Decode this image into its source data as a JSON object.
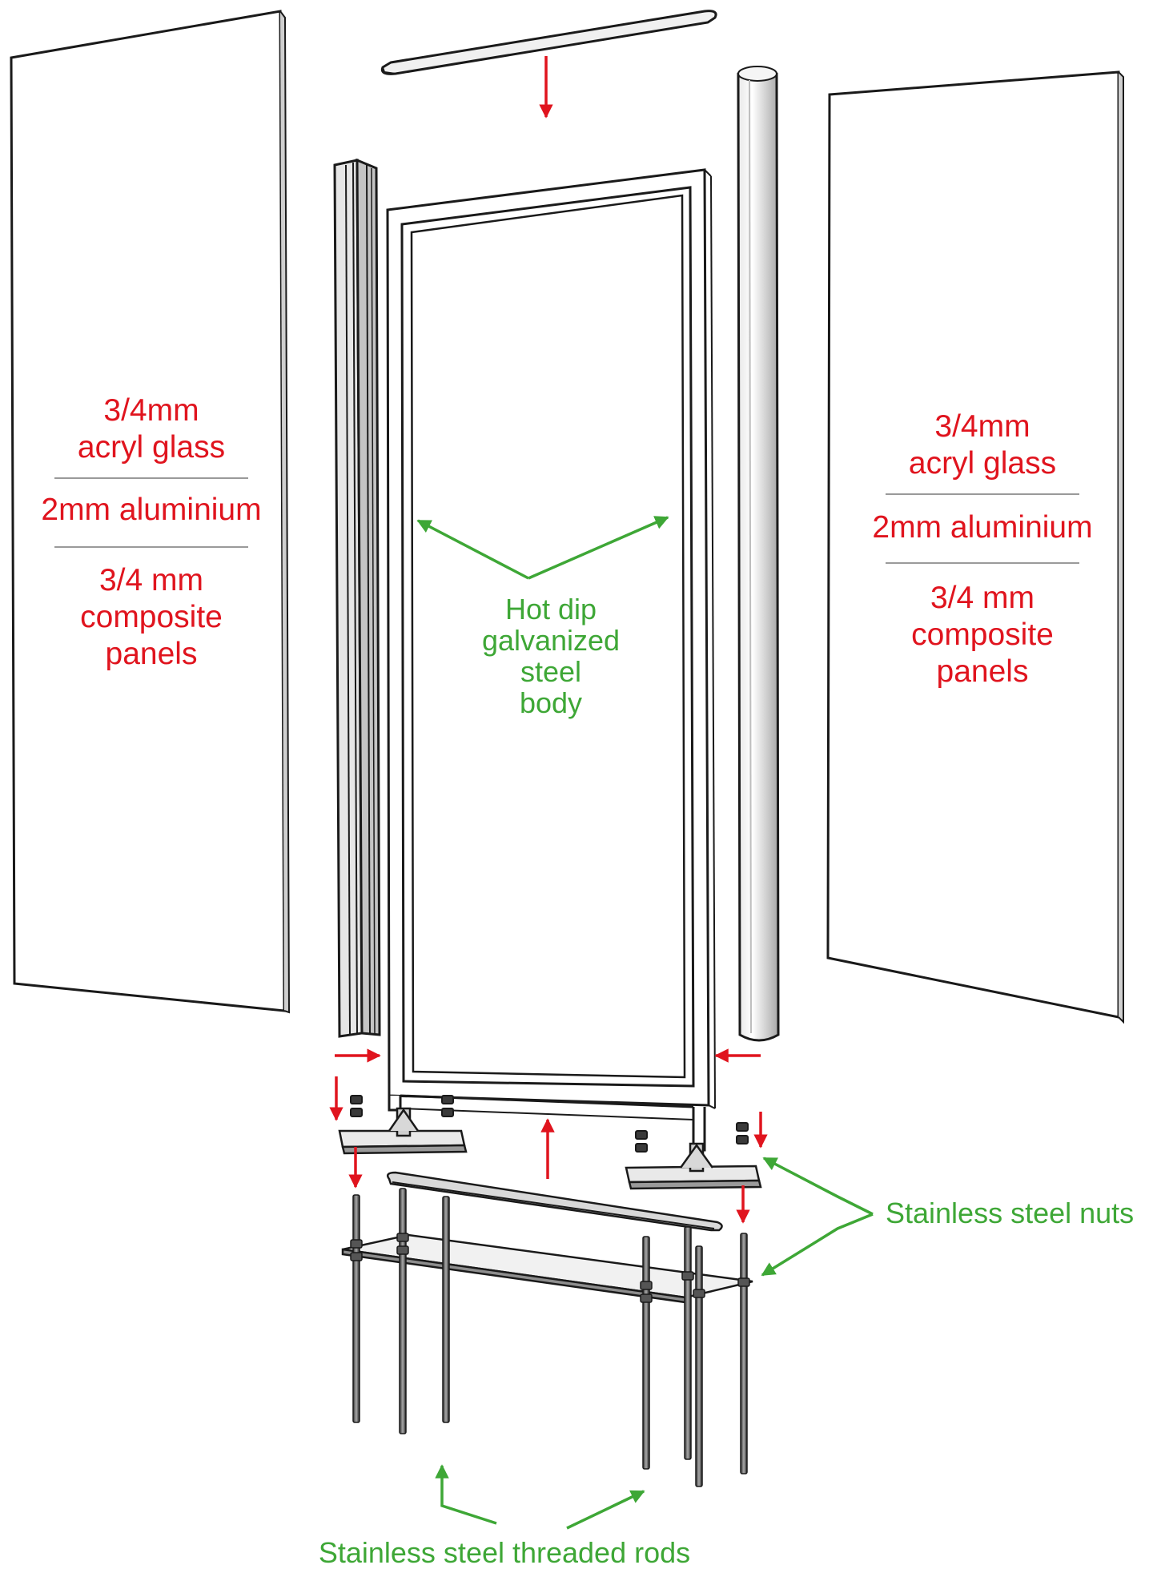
{
  "colors": {
    "material_text": "#e0141e",
    "callout_text": "#3ea736",
    "arrow_red": "#e0141e",
    "arrow_green": "#3ea736",
    "line": "#1a1a1a"
  },
  "left_panel": {
    "material_1_line1": "3/4mm",
    "material_1_line2": "acryl glass",
    "material_2": "2mm aluminium",
    "material_3_line1": "3/4 mm",
    "material_3_line2": "composite",
    "material_3_line3": "panels"
  },
  "right_panel": {
    "material_1_line1": "3/4mm",
    "material_1_line2": "acryl glass",
    "material_2": "2mm aluminium",
    "material_3_line1": "3/4 mm",
    "material_3_line2": "composite",
    "material_3_line3": "panels"
  },
  "callouts": {
    "body_line1": "Hot dip",
    "body_line2": "galvanized",
    "body_line3": "steel",
    "body_line4": "body",
    "nuts": "Stainless steel nuts",
    "rods": "Stainless steel threaded rods"
  }
}
